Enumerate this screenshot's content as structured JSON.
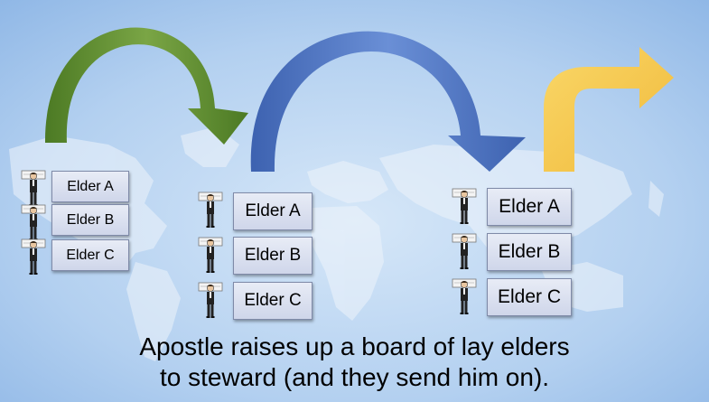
{
  "groups": [
    {
      "elders": [
        "Elder A",
        "Elder B",
        "Elder C"
      ]
    },
    {
      "elders": [
        "Elder A",
        "Elder B",
        "Elder C"
      ]
    },
    {
      "elders": [
        "Elder A",
        "Elder B",
        "Elder C"
      ]
    }
  ],
  "caption": {
    "line1": "Apostle raises up a board of lay elders",
    "line2": "to steward (and they send him on)."
  },
  "colors": {
    "arrow_green": "#5a8a2e",
    "arrow_blue": "#4a72be",
    "arrow_yellow": "#f5c64c",
    "background": "#a9c9ee"
  }
}
